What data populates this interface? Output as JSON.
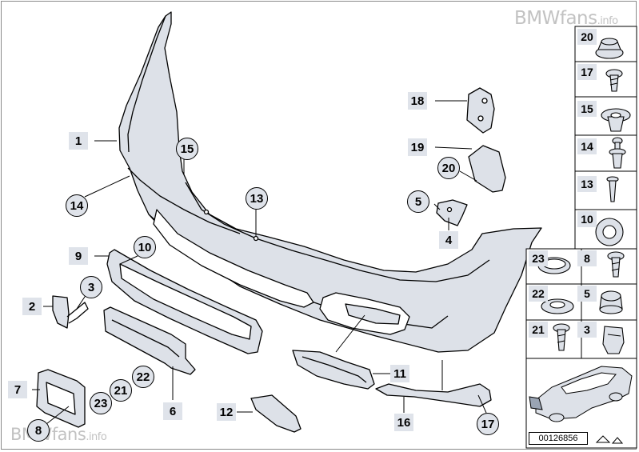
{
  "watermark": {
    "top_main": "BMWfans",
    "top_suffix": ".info",
    "bottom_main": "BMWfans",
    "bottom_suffix": ".info"
  },
  "diagram_id": "00126856",
  "colors": {
    "label_fill": "#dfe3ea",
    "part_fill": "#dde1e8",
    "outline": "#000000",
    "watermark": "#c2c2c2"
  },
  "callouts": {
    "n1": "1",
    "n2": "2",
    "n3": "3",
    "n4": "4",
    "n5": "5",
    "n6": "6",
    "n7": "7",
    "n8": "8",
    "n9": "9",
    "n10": "10",
    "n11": "11",
    "n12": "12",
    "n13": "13",
    "n14": "14",
    "n15": "15",
    "n16": "16",
    "n17": "17",
    "n18": "18",
    "n19": "19",
    "n20": "20",
    "n21": "21",
    "n22": "22",
    "n23": "23"
  },
  "side_panel": {
    "r20": "20",
    "r17": "17",
    "r15": "15",
    "r14": "14",
    "r13": "13",
    "r10": "10",
    "r23": "23",
    "r8": "8",
    "r22": "22",
    "r5": "5",
    "r21": "21",
    "r3": "3"
  }
}
